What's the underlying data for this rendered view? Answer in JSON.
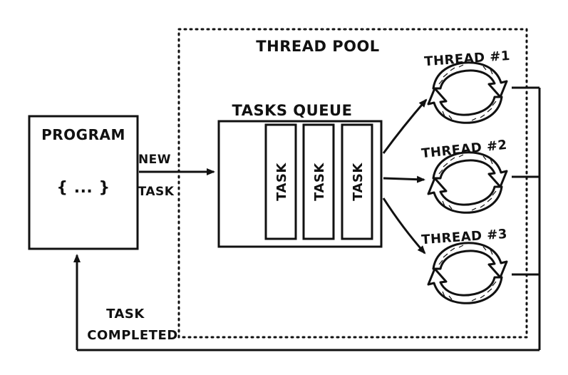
{
  "labels": {
    "thread_pool": "THREAD POOL",
    "tasks_queue": "TASKS QUEUE",
    "program": "PROGRAM",
    "program_code": "{ ... }",
    "new_task_line1": "NEW",
    "new_task_line2": "TASK",
    "task_completed_line1": "TASK",
    "task_completed_line2": "COMPLETED"
  },
  "queue_tasks": [
    "TASK",
    "TASK",
    "TASK"
  ],
  "threads": [
    "THREAD #1",
    "THREAD #2",
    "THREAD #3"
  ],
  "colors": {
    "ink": "#111111",
    "background": "#ffffff",
    "arrow_fill": "#ffffff"
  }
}
